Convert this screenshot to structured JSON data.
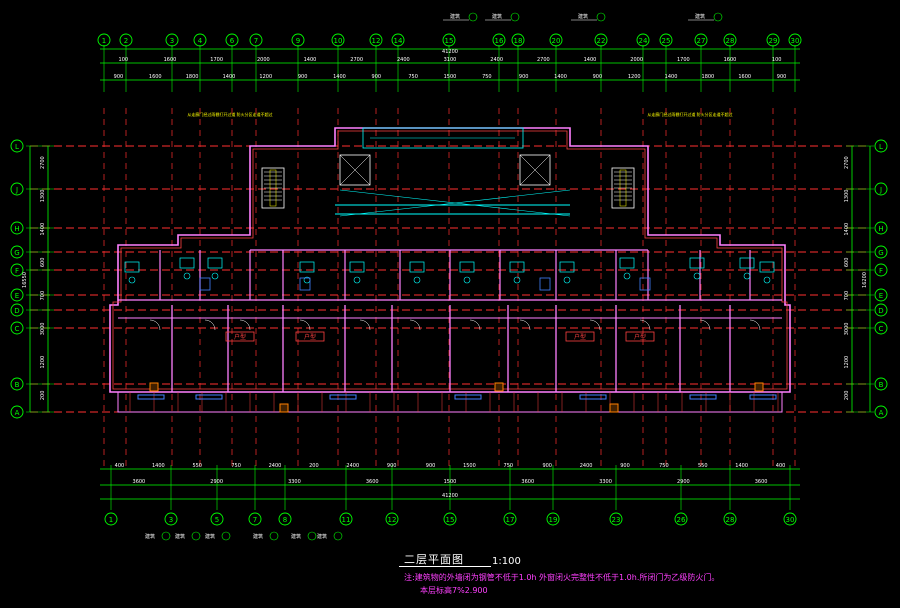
{
  "colors": {
    "background": "#000000",
    "grid_line": "#ff3030",
    "dimension": "#00ff00",
    "wall": "#ff80ff",
    "wall_inner": "#ff4040",
    "fixture": "#00ffff",
    "label_white": "#ffffff",
    "note_magenta": "#ff40ff",
    "yellow": "#ffff00",
    "blue": "#4080ff"
  },
  "drawing": {
    "title": "二层平面图",
    "scale": "1:100",
    "note_line1": "注:建筑物的外墙闭为钢管不低于1.0h 外窗闭火完整性不低于1.0h.所闭门为乙级防火门。",
    "note_line2": "本层标高7%2.900"
  },
  "axes": {
    "top_numbers": [
      "1",
      "2",
      "3",
      "4",
      "6",
      "7",
      "9",
      "10",
      "12",
      "14",
      "15",
      "16",
      "18",
      "20",
      "22",
      "24",
      "25",
      "27",
      "28",
      "29",
      "30"
    ],
    "bottom_numbers": [
      "1",
      "3",
      "5",
      "7",
      "8",
      "11",
      "12",
      "15",
      "17",
      "19",
      "23",
      "26",
      "28",
      "30"
    ],
    "letters": [
      "L",
      "J",
      "H",
      "G",
      "F",
      "E",
      "D",
      "C",
      "B",
      "A"
    ]
  },
  "dimensions": {
    "top_total": "41200",
    "top_row1": [
      "100",
      "1600",
      "1700",
      "2000",
      "1400",
      "2700",
      "2400",
      "3100",
      "2400",
      "2700",
      "1400",
      "2000",
      "1700",
      "1600",
      "100"
    ],
    "top_row2": [
      "900",
      "1600",
      "1800",
      "1400",
      "1200",
      "900",
      "1400",
      "900",
      "750",
      "1500",
      "750",
      "900",
      "1400",
      "900",
      "1200",
      "1400",
      "1800",
      "1600",
      "900"
    ],
    "bottom_row1": [
      "400",
      "1400",
      "550",
      "750",
      "2400",
      "200",
      "2400",
      "900",
      "900",
      "1500",
      "750",
      "900",
      "2400",
      "900",
      "750",
      "550",
      "1400",
      "400"
    ],
    "bottom_row2": [
      "3600",
      "2900",
      "3300",
      "3600",
      "1500",
      "3600",
      "3300",
      "2900",
      "3600"
    ],
    "bottom_total": "41200",
    "left_side": [
      "2700",
      "1300",
      "1400",
      "600",
      "700",
      "3000",
      "1200",
      "200"
    ],
    "left_total": "16550",
    "right_side": [
      "2700",
      "1300",
      "1400",
      "600",
      "700",
      "3000",
      "1200",
      "200"
    ],
    "right_total": "16200"
  },
  "callouts": {
    "top_notes": [
      "建筑",
      "建筑",
      "建筑",
      "建筑"
    ],
    "bottom_notes": [
      "建筑",
      "建筑",
      "建筑",
      "建筑",
      "建筑",
      "建筑"
    ],
    "left_note": "从走廊门经过雨棚打开过道 防火分区走道不超过",
    "right_note": "从走廊门经过雨棚打开过道 防火分区走道不超过",
    "room_tags": [
      "户型",
      "户型",
      "户型",
      "户型"
    ]
  }
}
